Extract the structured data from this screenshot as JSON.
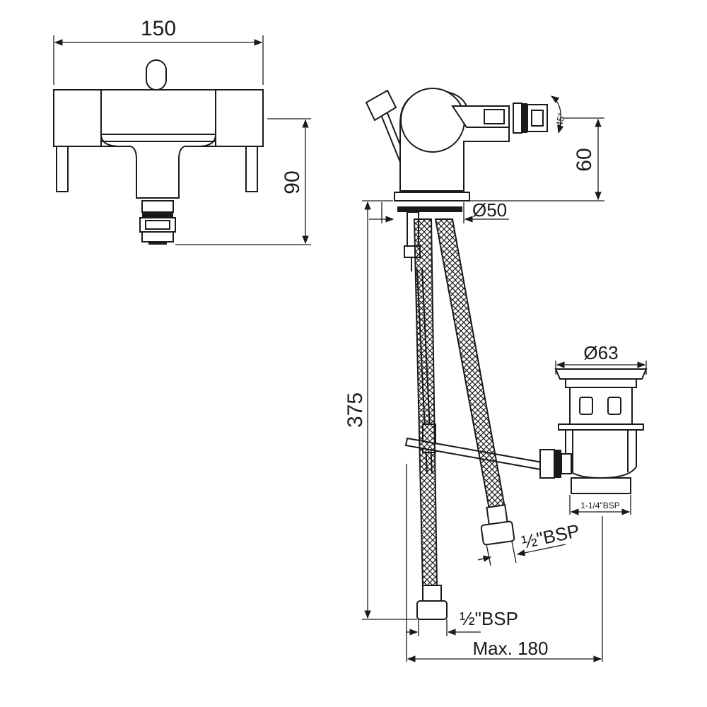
{
  "dimensions": {
    "top_width": "150",
    "top_height": "90",
    "spout_height": "60",
    "spout_angle": "45°",
    "base_diameter": "Ø50",
    "total_height": "375",
    "waste_diameter": "Ø63",
    "waste_thread": "1-1/4\"BSP",
    "hose_thread_upper": "½\"BSP",
    "hose_thread_lower": "½\"BSP",
    "max_reach": "Max. 180"
  }
}
